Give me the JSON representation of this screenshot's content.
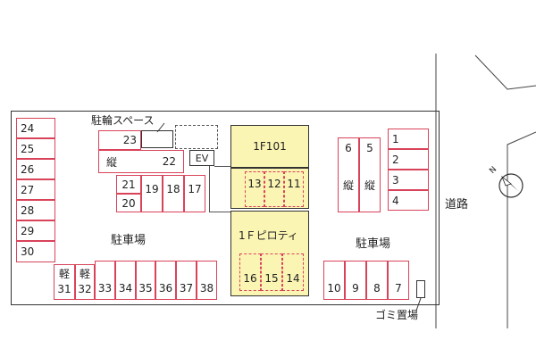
{
  "labels": {
    "bicycle_space": "駐輪スペース",
    "ev": "EV",
    "unit": "1F101",
    "piloti": "1Ｆピロティ",
    "parking_left": "駐車場",
    "parking_right": "駐車場",
    "road": "道路",
    "garbage": "ゴミ置場",
    "north": "N",
    "tate": "縦",
    "kei": "軽"
  },
  "slots": {
    "s1": "1",
    "s2": "2",
    "s3": "3",
    "s4": "4",
    "s5": "5",
    "s6": "6",
    "s7": "7",
    "s8": "8",
    "s9": "9",
    "s10": "10",
    "s11": "11",
    "s12": "12",
    "s13": "13",
    "s14": "14",
    "s15": "15",
    "s16": "16",
    "s17": "17",
    "s18": "18",
    "s19": "19",
    "s20": "20",
    "s21": "21",
    "s22": "22",
    "s23": "23",
    "s24": "24",
    "s25": "25",
    "s26": "26",
    "s27": "27",
    "s28": "28",
    "s29": "29",
    "s30": "30",
    "s31": "31",
    "s32": "32",
    "s33": "33",
    "s34": "34",
    "s35": "35",
    "s36": "36",
    "s37": "37",
    "s38": "38"
  },
  "colors": {
    "slot_border": "#d9435a",
    "building_fill": "#fbf5b4",
    "outline": "#333333"
  }
}
